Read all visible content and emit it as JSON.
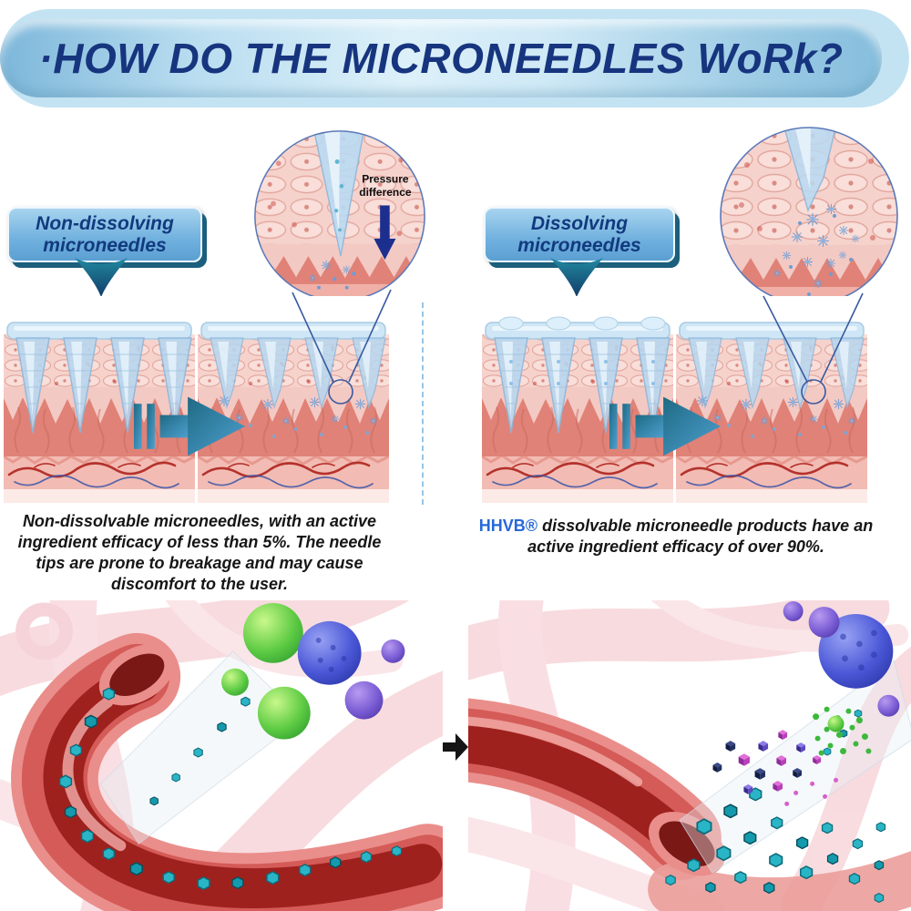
{
  "header": {
    "title": "·HOW DO THE MICRONEEDLES WoRk?"
  },
  "comparison": {
    "left": {
      "label_line1": "Non-dissolving",
      "label_line2": "microneedles",
      "inset_note_line1": "Pressure",
      "inset_note_line2": "difference",
      "caption": "Non-dissolvable microneedles, with an active ingredient efficacy of less than 5%. The needle tips are prone to breakage and may cause discomfort to the user."
    },
    "right": {
      "label_line1": "Dissolving",
      "label_line2": "microneedles",
      "caption_brand": "HHVB®",
      "caption_text": "dissolvable microneedle products have an active ingredient efficacy of over 90%."
    }
  },
  "colors": {
    "banner_text_navy": "#17357e",
    "banner_light_blue": "#c3e3f3",
    "label_box_blue": "#6fb0de",
    "label_text_navy": "#123a7e",
    "tail_teal": "#1d7489",
    "transition_arrow_teal": "#2a7ea0",
    "pressure_arrow_navy": "#1c2f8f",
    "brand_blue": "#2668d8",
    "skin_pink": "#f3c9c3",
    "dermis_red": "#e08277",
    "needle_blue": "#badaf2",
    "hexagon_teal": "#2ab5c6",
    "vessel_red": "#d45b57",
    "sphere_green": "#5ecb44",
    "sphere_blue": "#4a57d6",
    "cube_magenta": "#bb3fba"
  }
}
